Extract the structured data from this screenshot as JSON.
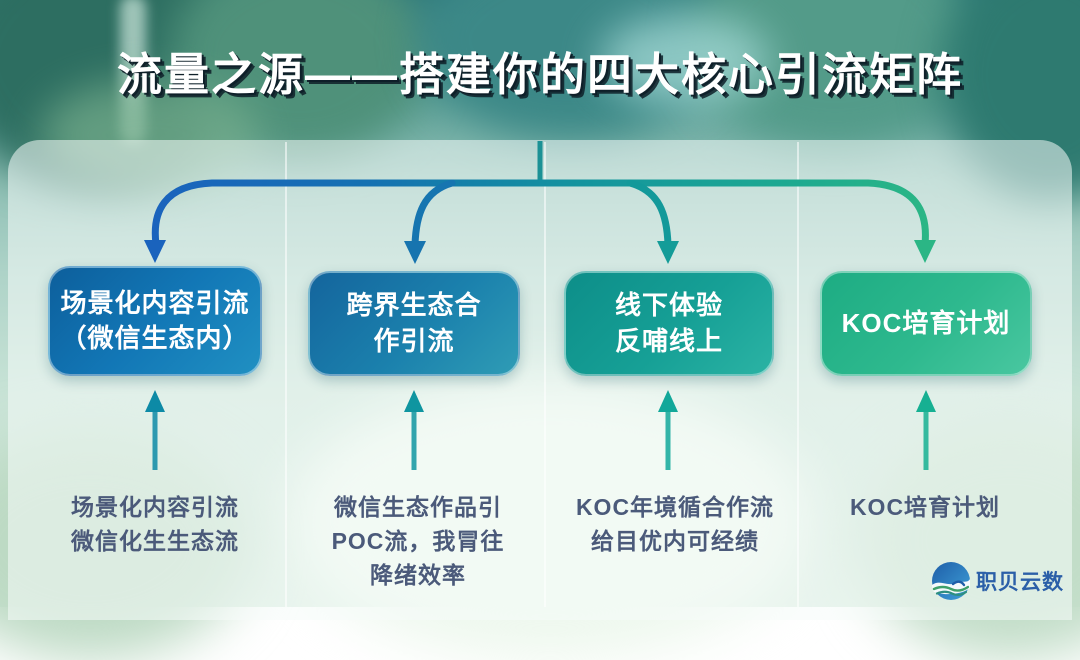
{
  "title": {
    "text": "流量之源——搭建你的四大核心引流矩阵"
  },
  "nodes": [
    {
      "label": "场景化内容引流\n（微信生态内）",
      "color_from": "#0d5f9c",
      "color_to": "#2090c2"
    },
    {
      "label": "跨界生态合\n作引流",
      "color_from": "#14659d",
      "color_to": "#2f9cb5"
    },
    {
      "label": "线下体验\n反哺线上",
      "color_from": "#0d8e89",
      "color_to": "#2bb3a4"
    },
    {
      "label": "KOC培育计划",
      "color_from": "#1dac83",
      "color_to": "#49c7a0"
    }
  ],
  "notes": [
    {
      "text": "场景化内容引流\n微信化生生态流"
    },
    {
      "text": "微信生态作品引\nPOC流，我冐往\n降绪效率"
    },
    {
      "text": "KOC年境循合作流\n给目优内可经绩"
    },
    {
      "text": "KOC培育计划"
    }
  ],
  "connector": {
    "trunk_color": "#1b9195",
    "gradient": [
      "#1a63bd",
      "#1571b2",
      "#14949e",
      "#1ca892",
      "#2bb685"
    ],
    "down_arrow_colors": [
      "#1a63bd",
      "#1774af",
      "#149c98",
      "#2bb685"
    ],
    "up_arrow_colors": [
      "#0d8aa6",
      "#0f95a0",
      "#12a89a",
      "#16b092"
    ]
  },
  "logo": {
    "brand": "职贝云数",
    "text_color": "#2b5fa8"
  }
}
